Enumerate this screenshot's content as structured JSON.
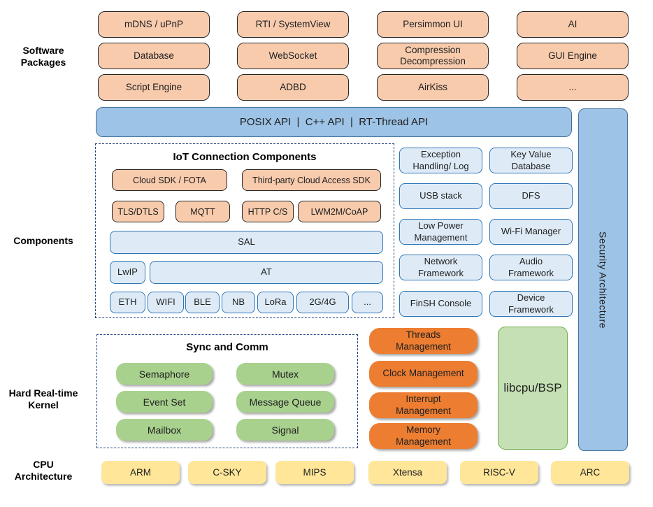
{
  "side_labels": {
    "software": [
      "Software",
      "Packages"
    ],
    "components": [
      "Components"
    ],
    "kernel": [
      "Hard Real-time",
      "Kernel"
    ],
    "cpu": [
      "CPU",
      "Architecture"
    ]
  },
  "software_packages": {
    "rows": [
      [
        "mDNS / uPnP",
        "RTI / SystemView",
        "Persimmon UI",
        "AI"
      ],
      [
        "Database",
        "WebSocket",
        "Compression Decompression",
        "GUI Engine"
      ],
      [
        "Script Engine",
        "ADBD",
        "AirKiss",
        "..."
      ]
    ]
  },
  "api_bar": {
    "label": "POSIX API  |  C++ API  |  RT-Thread API"
  },
  "security_bar": {
    "label": "Security Architecture"
  },
  "iot": {
    "title": "IoT Connection Components",
    "cloud_sdk": "Cloud SDK / FOTA",
    "third_party": "Third-party Cloud Access SDK",
    "protocols": [
      "TLS/DTLS",
      "MQTT",
      "HTTP C/S",
      "LWM2M/CoAP"
    ],
    "sal": "SAL",
    "lwip": "LwIP",
    "at": "AT",
    "links": [
      "ETH",
      "WIFI",
      "BLE",
      "NB",
      "LoRa",
      "2G/4G",
      "..."
    ]
  },
  "services": {
    "col1": [
      [
        "Exception",
        "Handling/ Log"
      ],
      [
        "USB stack"
      ],
      [
        "Low Power",
        "Management"
      ],
      [
        "Network",
        "Framework"
      ],
      [
        "FinSH Console"
      ]
    ],
    "col2": [
      [
        "Key Value",
        "Database"
      ],
      [
        "DFS"
      ],
      [
        "Wi-Fi Manager"
      ],
      [
        "Audio",
        "Framework"
      ],
      [
        "Device",
        "Framework"
      ]
    ]
  },
  "kernel": {
    "sync_title": "Sync and Comm",
    "sync_items": [
      "Semaphore",
      "Mutex",
      "Event Set",
      "Message Queue",
      "Mailbox",
      "Signal"
    ],
    "management": [
      [
        "Threads",
        "Management"
      ],
      [
        "Clock Management"
      ],
      [
        "Interrupt",
        "Management"
      ],
      [
        "Memory",
        "Management"
      ]
    ],
    "libcpu": "libcpu/BSP"
  },
  "cpu_architectures": [
    "ARM",
    "C-SKY",
    "MIPS",
    "Xtensa",
    "RISC-V",
    "ARC"
  ],
  "colors": {
    "package_fill": "#f8cbad",
    "api_fill": "#9dc3e6",
    "api_border": "#41719c",
    "service_fill": "#deebf7",
    "service_border": "#2e75b6",
    "sync_fill": "#a9d18e",
    "management_fill": "#ed7d31",
    "libcpu_fill": "#c5e0b4",
    "libcpu_border": "#70ad47",
    "cpu_fill": "#ffe699",
    "dashed_border": "#24457d"
  }
}
